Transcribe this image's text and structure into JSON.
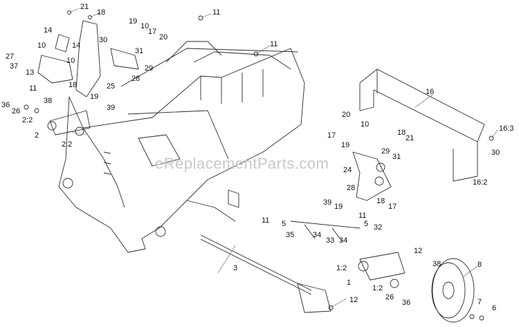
{
  "diagram": {
    "watermark": "eReplacementParts.com",
    "callouts": [
      "21",
      "18",
      "11",
      "19",
      "10",
      "17",
      "20",
      "14",
      "30",
      "31",
      "11",
      "27",
      "10",
      "37",
      "10",
      "13",
      "29",
      "28",
      "14",
      "25",
      "18",
      "11",
      "39",
      "36",
      "38",
      "19",
      "16",
      "26",
      "2:2",
      "2",
      "2:2",
      "20",
      "10",
      "18",
      "16:3",
      "17",
      "21",
      "19",
      "30",
      "29",
      "31",
      "24",
      "28",
      "16:2",
      "39",
      "11",
      "18",
      "19",
      "17",
      "11",
      "5",
      "5",
      "32",
      "35",
      "34",
      "33",
      "34",
      "12",
      "3",
      "1:2",
      "38",
      "1",
      "8",
      "1:2",
      "26",
      "36",
      "12",
      "7",
      "6"
    ]
  }
}
